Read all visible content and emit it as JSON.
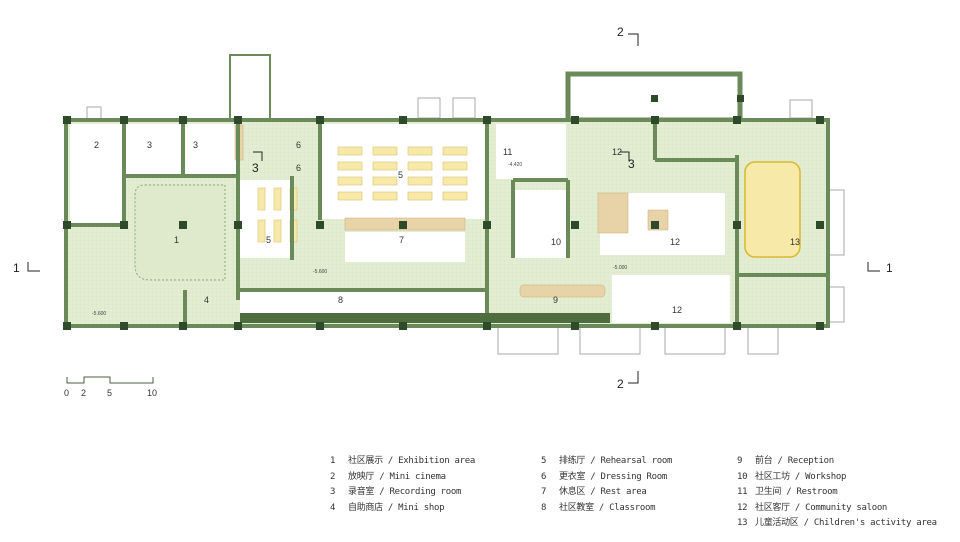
{
  "section_marks": {
    "left": "1",
    "right": "1",
    "top": "2",
    "bottom": "2",
    "view": "3"
  },
  "levels": [
    "-5.600",
    "-5.600",
    "-4.420",
    "-5.000"
  ],
  "room_labels": {
    "exhibition": "1",
    "cinema": "2",
    "recording_a": "3",
    "recording_b": "3",
    "shop": "4",
    "rehearsal_a": "5",
    "rehearsal_b": "5",
    "dressing_a": "6",
    "dressing_b": "6",
    "rest": "7",
    "classroom": "8",
    "reception": "9",
    "workshop": "10",
    "restroom": "11",
    "saloon_a": "12",
    "saloon_b": "12",
    "saloon_c": "12",
    "children": "13"
  },
  "scale_bar": {
    "ticks": [
      "0",
      "2",
      "5",
      "10"
    ]
  },
  "legend": [
    {
      "num": "1",
      "text": "社区展示 / Exhibition area"
    },
    {
      "num": "2",
      "text": "放映厅 / Mini cinema"
    },
    {
      "num": "3",
      "text": "录音室 / Recording room"
    },
    {
      "num": "4",
      "text": "自助商店 / Mini shop"
    },
    {
      "num": "5",
      "text": "排练厅 / Rehearsal room"
    },
    {
      "num": "6",
      "text": "更衣室 / Dressing Room"
    },
    {
      "num": "7",
      "text": "休息区 / Rest area"
    },
    {
      "num": "8",
      "text": "社区教室 / Classroom"
    },
    {
      "num": "9",
      "text": "前台 / Reception"
    },
    {
      "num": "10",
      "text": "社区工坊 / Workshop"
    },
    {
      "num": "11",
      "text": "卫生间 / Restroom"
    },
    {
      "num": "12",
      "text": "社区客厅 / Community saloon"
    },
    {
      "num": "13",
      "text": "儿童活动区 / Children's activity area"
    }
  ],
  "colors": {
    "wall": "#6b8a5a",
    "column": "#2e4a2a",
    "floor": "#e3edd2",
    "yellow": "#f7e9a8",
    "wood": "#e8d3a8"
  }
}
